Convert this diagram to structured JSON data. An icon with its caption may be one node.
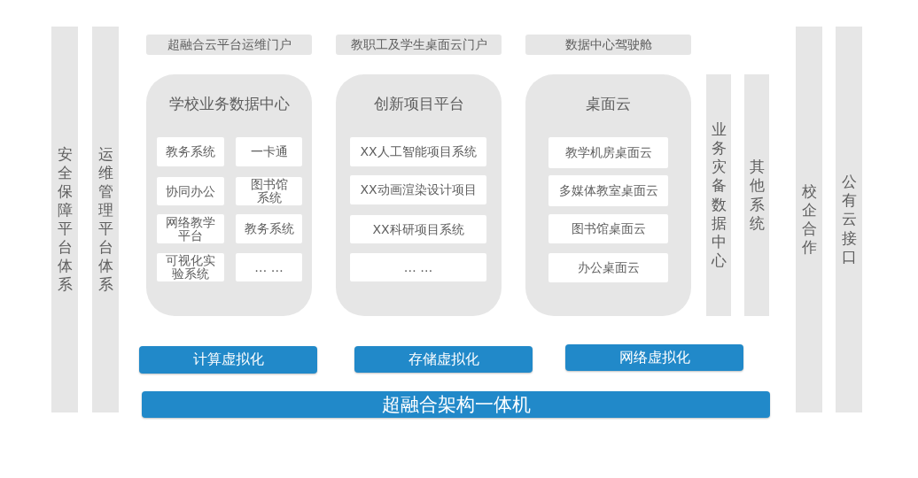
{
  "diagram": {
    "nodes": [
      {
        "text": [
          "安全保障平台体系"
        ]
      },
      {
        "text": [
          "运维管理平台体系"
        ]
      },
      {
        "text": [
          "超融合云平台运维门户"
        ]
      },
      {
        "text": [
          "教职工及学生桌面云门户"
        ]
      },
      {
        "text": [
          "数据中心驾驶舱"
        ]
      },
      {
        "text": [
          "学校业务数据中心"
        ]
      },
      {
        "text": [
          "教务系统"
        ],
        "in": 5
      },
      {
        "text": [
          "一卡通"
        ],
        "in": 5
      },
      {
        "text": [
          "协同办公"
        ],
        "in": 5
      },
      {
        "text": [
          "图书馆系统"
        ],
        "in": 5
      },
      {
        "text": [
          "网络教学平台"
        ],
        "in": 5
      },
      {
        "text": [
          "教务系统"
        ],
        "in": 5
      },
      {
        "text": [
          "可视化实验系统"
        ],
        "in": 5
      },
      {
        "text": [
          "… …"
        ],
        "in": 5
      },
      {
        "text": [
          "创新项目平台"
        ]
      },
      {
        "text": [
          "XX人工智能项目系统"
        ],
        "in": 14
      },
      {
        "text": [
          "XX动画渲染设计项目"
        ],
        "in": 14
      },
      {
        "text": [
          "XX科研项目系统"
        ],
        "in": 14
      },
      {
        "text": [
          "… …"
        ],
        "in": 14
      },
      {
        "text": [
          "桌面云"
        ]
      },
      {
        "text": [
          "教学机房桌面云"
        ],
        "in": 19
      },
      {
        "text": [
          "多媒体教室桌面云"
        ],
        "in": 19
      },
      {
        "text": [
          "图书馆桌面云"
        ],
        "in": 19
      },
      {
        "text": [
          "办公桌面云"
        ],
        "in": 19
      },
      {
        "text": [
          "业务灾备数据中心"
        ]
      },
      {
        "text": [
          "其他系统"
        ]
      },
      {
        "text": [
          "校企合作"
        ]
      },
      {
        "text": [
          "公有云接口"
        ]
      },
      {
        "text": [
          "计算虚拟化"
        ]
      },
      {
        "text": [
          "存储虚拟化"
        ]
      },
      {
        "text": [
          "网络虚拟化"
        ]
      },
      {
        "text": [
          "超融合架构一体机"
        ]
      }
    ]
  }
}
